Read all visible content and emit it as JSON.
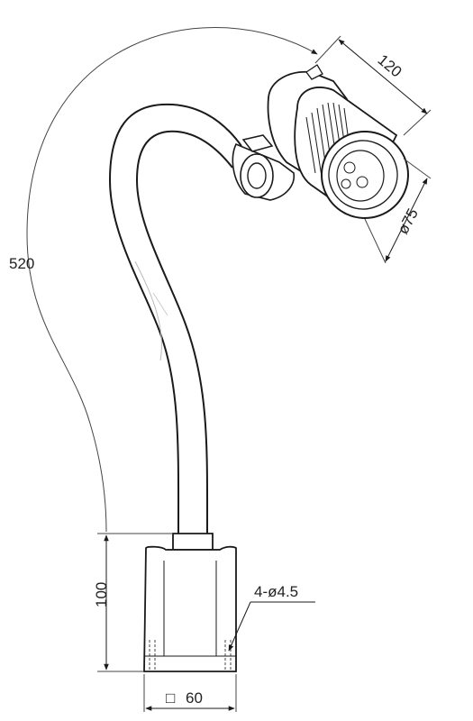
{
  "drawing": {
    "dimensions": {
      "arm_length": "520",
      "head_length": "120",
      "head_diameter": "ø75",
      "base_height": "100",
      "mount_holes": "4-ø4.5",
      "base_square": "60",
      "square_symbol": "□"
    },
    "colors": {
      "ink": "#1a1a1a",
      "dim_line": "#444444",
      "background": "#ffffff"
    }
  }
}
